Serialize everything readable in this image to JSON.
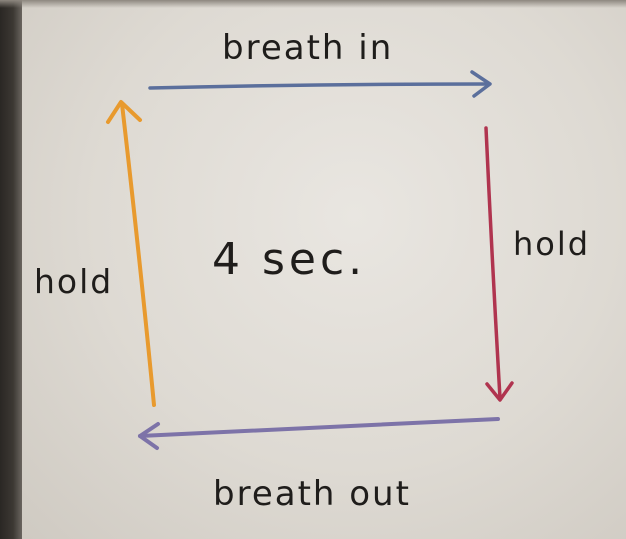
{
  "diagram": {
    "top_label": "breath in",
    "right_label": "hold",
    "bottom_label": "breath out",
    "left_label": "hold",
    "center_label": "4 sec."
  },
  "colors": {
    "top_arrow": "#5b6f9c",
    "right_arrow": "#b0344f",
    "bottom_arrow": "#7d73a8",
    "left_arrow": "#e89a2e",
    "ink": "#1f1d1b"
  }
}
